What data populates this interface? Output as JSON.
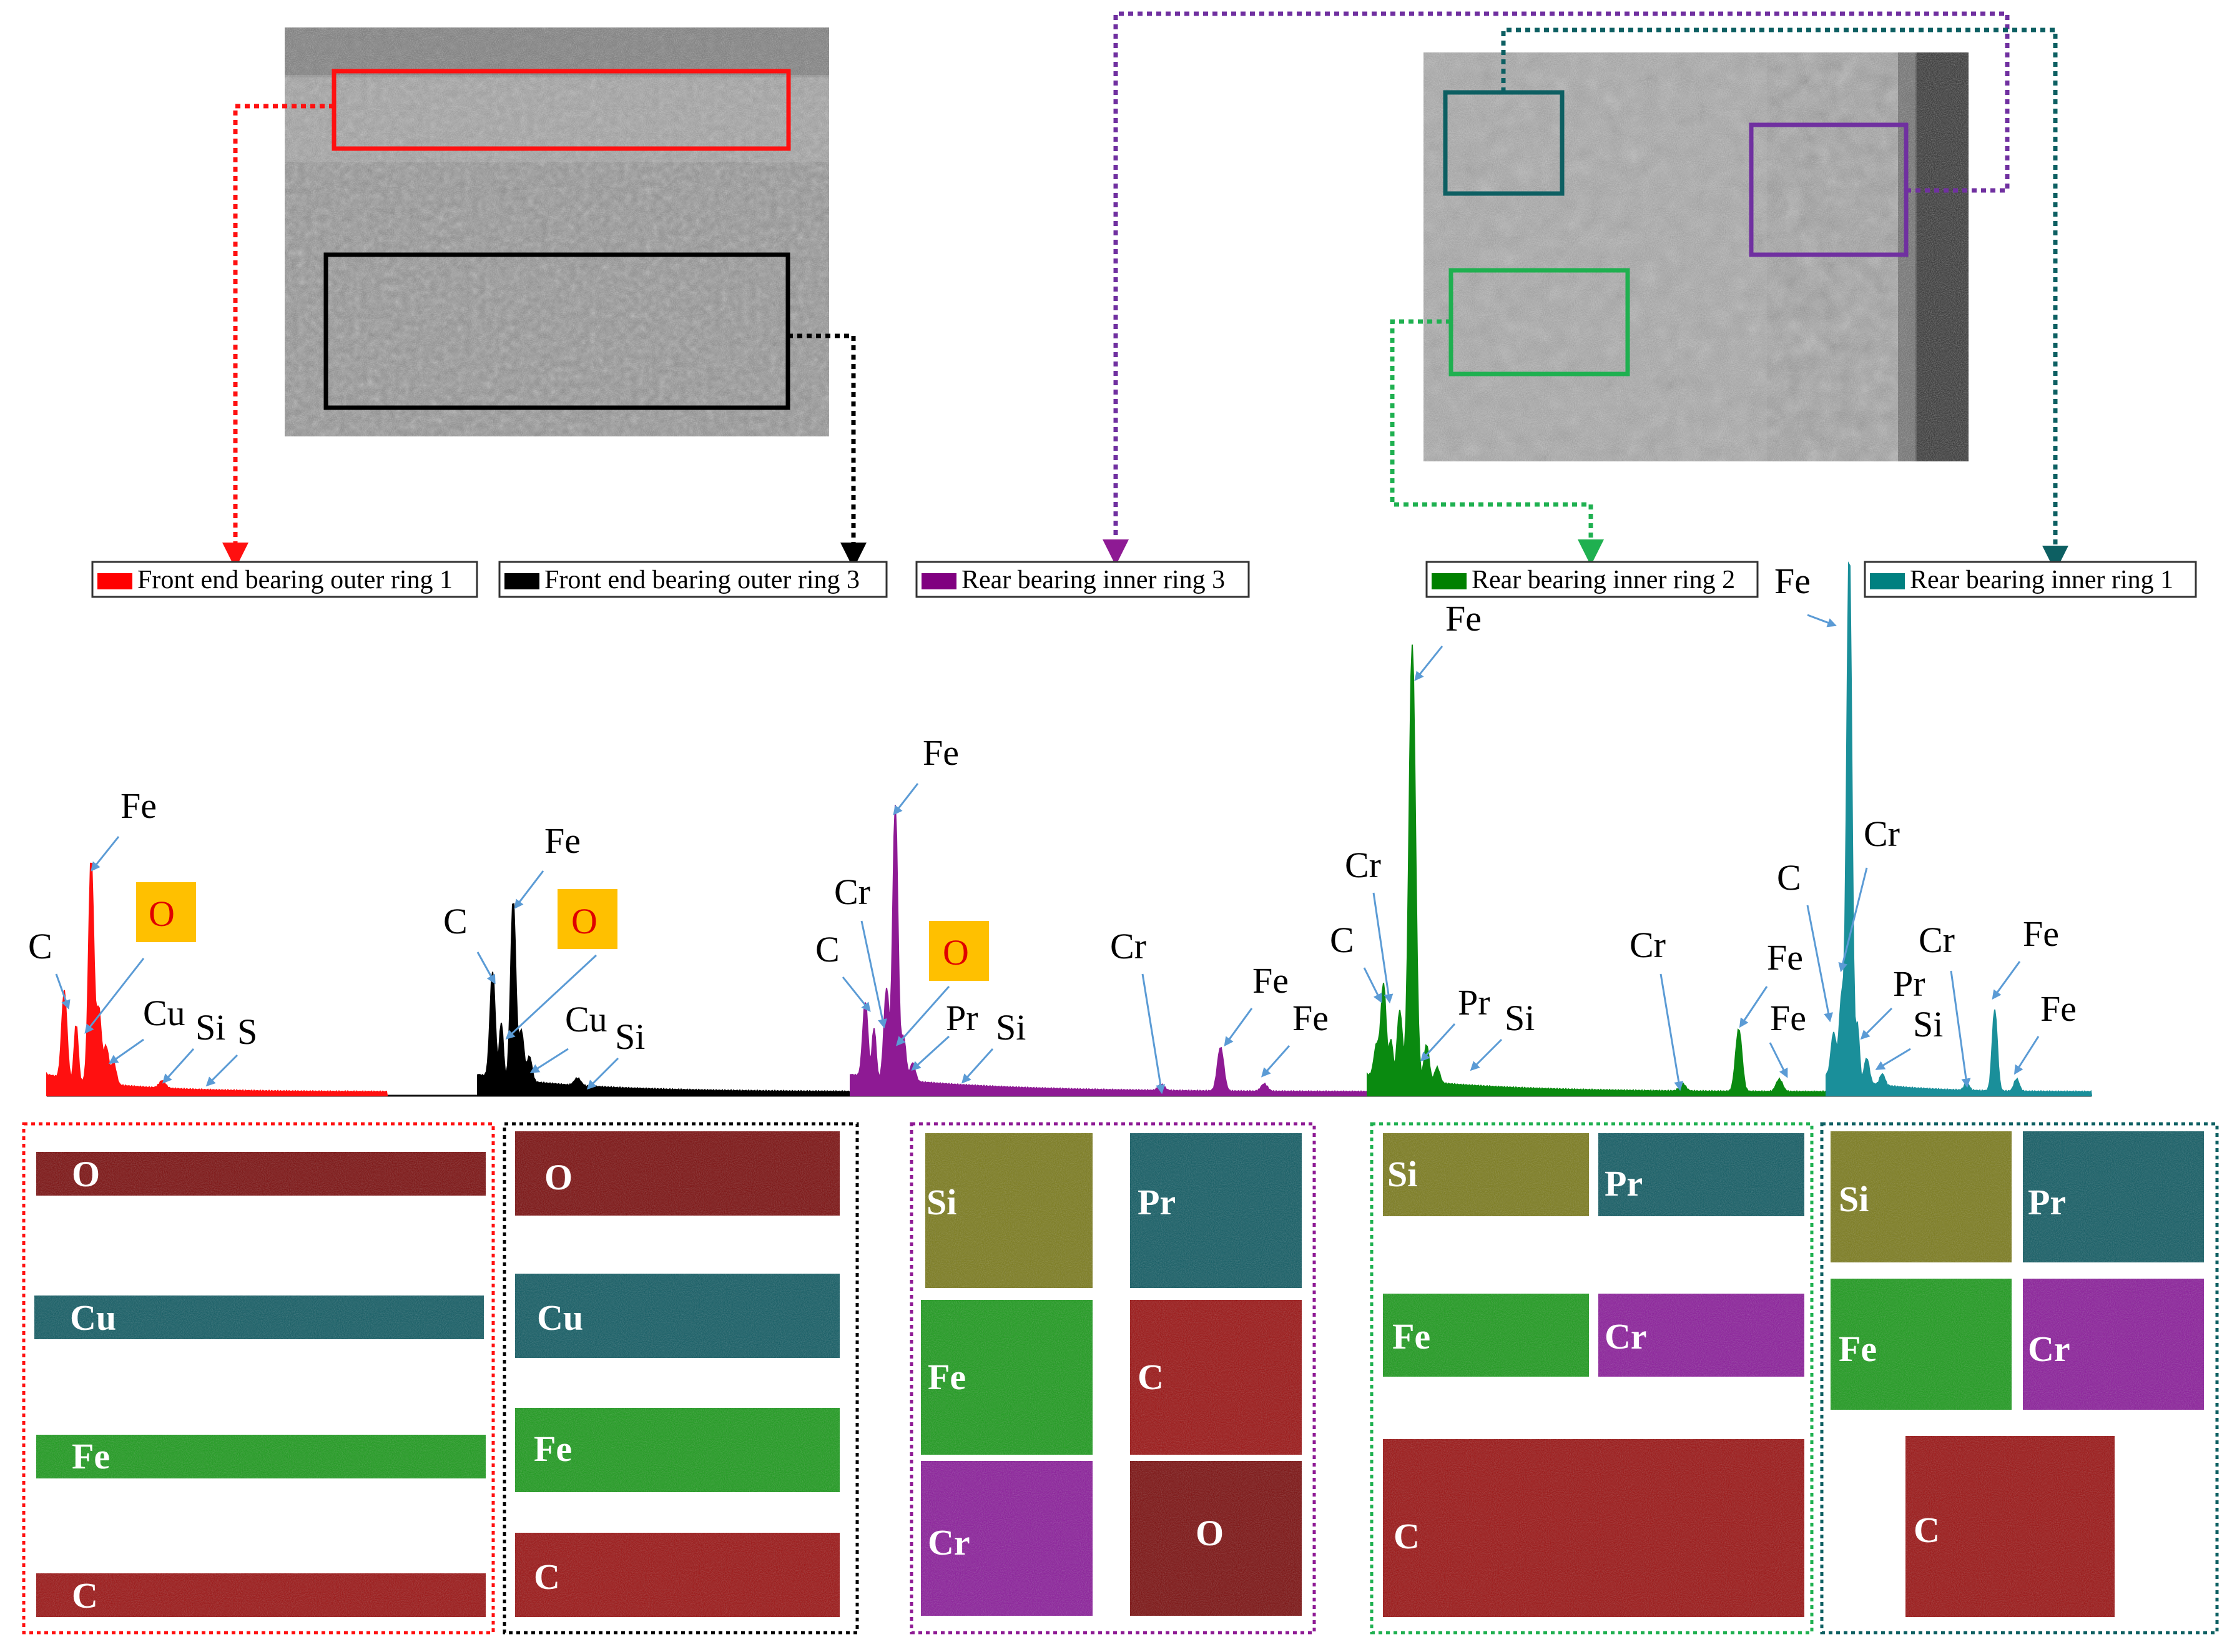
{
  "legends": [
    {
      "id": "front-outer-1",
      "label": "Front end bearing outer ring 1",
      "color": "#ff0000"
    },
    {
      "id": "front-outer-3",
      "label": "Front end bearing outer ring 3",
      "color": "#000000"
    },
    {
      "id": "rear-inner-3",
      "label": "Rear bearing inner ring 3",
      "color": "#800080"
    },
    {
      "id": "rear-inner-2",
      "label": "Rear bearing inner ring 2",
      "color": "#008000"
    },
    {
      "id": "rear-inner-1",
      "label": "Rear bearing inner ring 1",
      "color": "#008080"
    }
  ],
  "colors": {
    "red": "#ff1010",
    "black": "#000000",
    "purple": "#8e1a94",
    "green": "#0a8a10",
    "teal": "#1a8f9a",
    "frame_green": "#1fb050",
    "frame_teal_dark": "#0d5f62",
    "arrow_blue": "#5b9bd5",
    "oxygen_box": "#ffc000",
    "oxygen_text": "#ff0000",
    "map_dark_red": "#7a0c0c",
    "map_red": "#9a1010",
    "map_teal": "#0f5a62",
    "map_green": "#1a9a1a",
    "map_purple": "#8a1a9a",
    "map_olive": "#7a7a1a"
  },
  "spectra": {
    "s1": {
      "peaks": [
        "C",
        "Fe",
        "O",
        "Cu",
        "Si",
        "S"
      ]
    },
    "s2": {
      "peaks": [
        "C",
        "Fe",
        "O",
        "Cu",
        "Si"
      ]
    },
    "s3": {
      "peaks": [
        "C",
        "Cr",
        "Fe",
        "O",
        "Pr",
        "Si",
        "Cr",
        "Fe",
        "Fe"
      ]
    },
    "s4": {
      "peaks": [
        "C",
        "Cr",
        "Fe",
        "Pr",
        "Si",
        "Cr",
        "Fe",
        "Fe"
      ]
    },
    "s5": {
      "peaks": [
        "Fe",
        "C",
        "Cr",
        "Pr",
        "Si",
        "Cr",
        "Fe",
        "Fe"
      ]
    }
  },
  "maps": {
    "g1": [
      "O",
      "Cu",
      "Fe",
      "C"
    ],
    "g2": [
      "O",
      "Cu",
      "Fe",
      "C"
    ],
    "g3": [
      "Si",
      "Pr",
      "Fe",
      "C",
      "Cr",
      "O"
    ],
    "g4": [
      "Si",
      "Pr",
      "Fe",
      "Cr",
      "C"
    ],
    "g5": [
      "Si",
      "Pr",
      "Fe",
      "Cr",
      "C"
    ]
  }
}
